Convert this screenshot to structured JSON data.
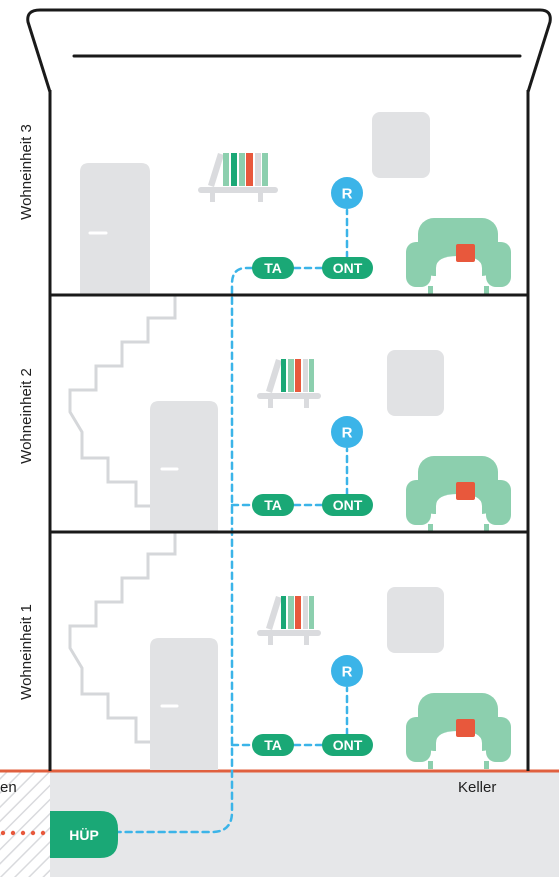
{
  "colors": {
    "green": "#1aa876",
    "blue": "#3bb4e8",
    "grey": "#e1e2e4",
    "stairs": "#d5d7da",
    "sofa": "#8ccfae",
    "accent": "#e8583c",
    "outline": "#1a1a1a",
    "basement_line": "#e0603f"
  },
  "floors": [
    {
      "label": "Wohneinheit 3",
      "ta": "TA",
      "ont": "ONT",
      "router": "R"
    },
    {
      "label": "Wohneinheit 2",
      "ta": "TA",
      "ont": "ONT",
      "router": "R"
    },
    {
      "label": "Wohneinheit 1",
      "ta": "TA",
      "ont": "ONT",
      "router": "R"
    }
  ],
  "basement": {
    "label": "Keller",
    "left_label": "en",
    "hup": "HÜP"
  }
}
